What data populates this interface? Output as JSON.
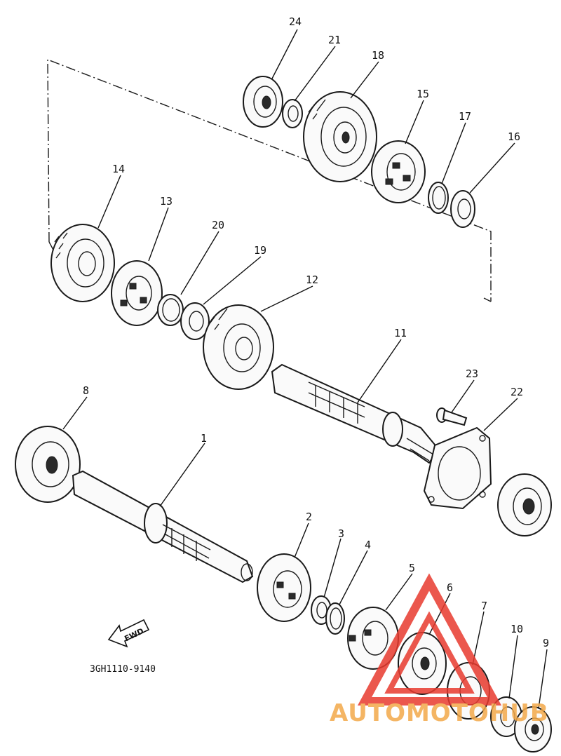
{
  "diagram": {
    "part_code": "3GH1110-9140",
    "arrow_label": "FWD",
    "callouts": [
      "1",
      "2",
      "3",
      "4",
      "5",
      "6",
      "7",
      "8",
      "9",
      "10",
      "11",
      "12",
      "13",
      "14",
      "15",
      "16",
      "17",
      "18",
      "19",
      "20",
      "21",
      "22",
      "23",
      "24"
    ],
    "watermark": {
      "text": "AUTOMOTOHUB",
      "colors": {
        "triangle": "#e83a2e",
        "text": "#f3a94a",
        "text_tail": "#7a7a7a"
      }
    }
  }
}
